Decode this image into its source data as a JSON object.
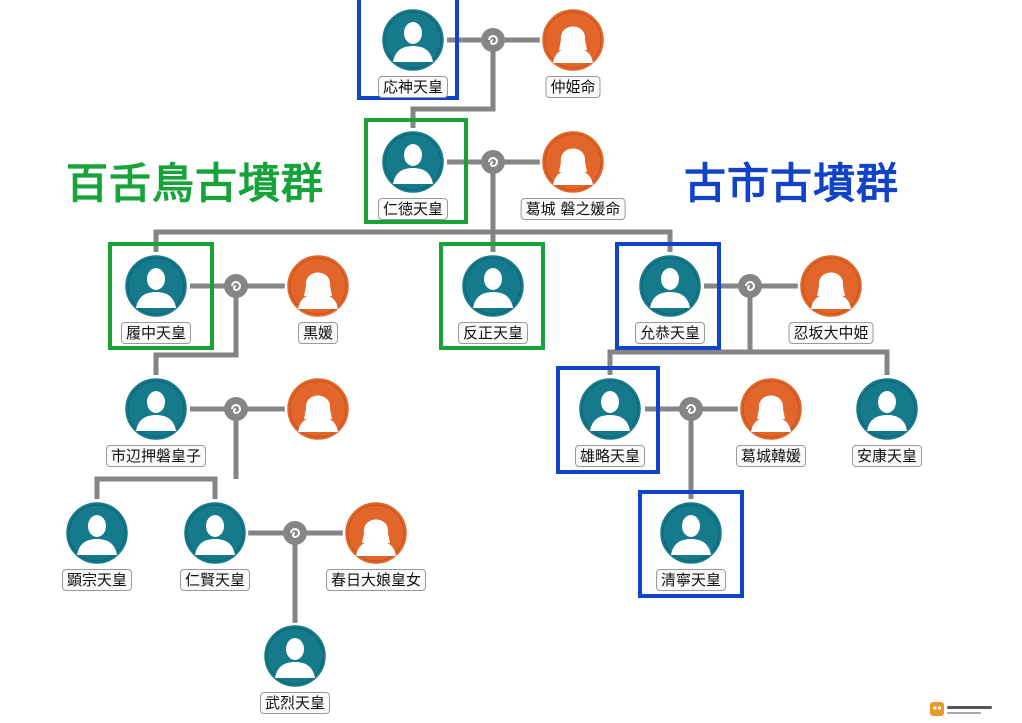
{
  "colors": {
    "male": "#157a8c",
    "female": "#e2662a",
    "mozu": "#17a33a",
    "furuichi": "#1043c7",
    "line": "#858585"
  },
  "groups": {
    "mozu": "百舌鳥古墳群",
    "furuichi": "古市古墳群"
  },
  "people": {
    "ojin": "応神天皇",
    "nakatsuhime": "仲姫命",
    "nintoku": "仁徳天皇",
    "iwanohime": "葛城 磐之媛命",
    "richu": "履中天皇",
    "kurohime": "黒媛",
    "hanzei": "反正天皇",
    "ingyo": "允恭天皇",
    "oshisaka": "忍坂大中姫",
    "ichinobe": "市辺押磐皇子",
    "yuryaku": "雄略天皇",
    "karahime": "葛城韓媛",
    "anko": "安康天皇",
    "kenzo": "顕宗天皇",
    "ninken": "仁賢天皇",
    "kasuga": "春日大娘皇女",
    "seinei": "清寧天皇",
    "buretsu": "武烈天皇"
  },
  "logo_icon": "suisui-logo-icon"
}
